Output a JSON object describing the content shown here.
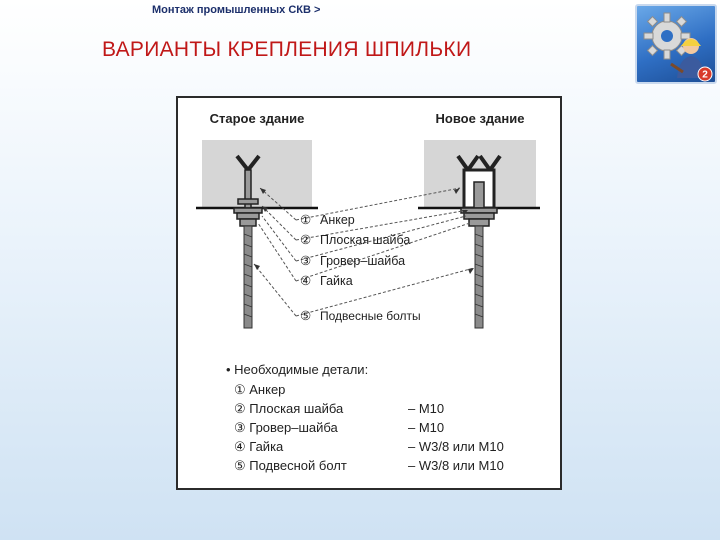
{
  "header": {
    "breadcrumb": "Монтаж промышленных СКВ >",
    "title": "ВАРИАНТЫ КРЕПЛЕНИЯ ШПИЛЬКИ"
  },
  "logo": {
    "icon": "gear-engineer-icon",
    "badge": "2",
    "colors": {
      "bg": "#2f6fc4",
      "gear": "#d9d9d9",
      "badge": "#d83a2a"
    }
  },
  "diagram": {
    "old_building_label": "Старое здание",
    "new_building_label": "Новое здание",
    "callouts": [
      {
        "num": "①",
        "text": "Анкер"
      },
      {
        "num": "②",
        "text": "Плоская шайба"
      },
      {
        "num": "③",
        "text": "Гровер–шайба"
      },
      {
        "num": "④",
        "text": "Гайка"
      },
      {
        "num": "⑤",
        "text": "Подвесные болты"
      }
    ],
    "parts_header": "• Необходимые детали:",
    "parts": [
      {
        "name": "① Анкер",
        "spec": ""
      },
      {
        "name": "② Плоская шайба",
        "spec": "– М10"
      },
      {
        "name": "③ Гровер–шайба",
        "spec": "– М10"
      },
      {
        "name": "④ Гайка",
        "spec": "– W3/8 или М10"
      },
      {
        "name": "⑤ Подвесной болт",
        "spec": "– W3/8 или М10"
      }
    ],
    "colors": {
      "concrete": "#d6d6d6",
      "rod": "#8a8a8a",
      "text": "#222222"
    }
  }
}
